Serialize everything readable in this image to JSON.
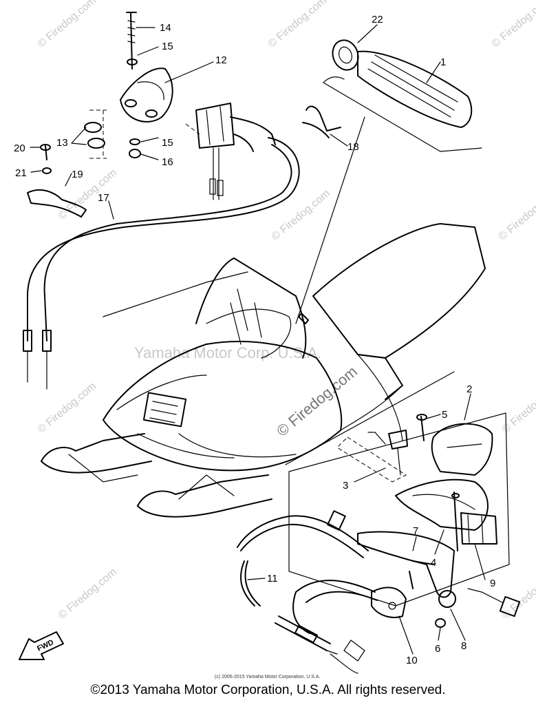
{
  "callouts": [
    {
      "num": "1"
    },
    {
      "num": "2"
    },
    {
      "num": "3"
    },
    {
      "num": "4"
    },
    {
      "num": "5"
    },
    {
      "num": "6"
    },
    {
      "num": "7"
    },
    {
      "num": "8"
    },
    {
      "num": "9"
    },
    {
      "num": "10"
    },
    {
      "num": "11"
    },
    {
      "num": "12"
    },
    {
      "num": "13"
    },
    {
      "num": "14"
    },
    {
      "num": "15"
    },
    {
      "num": "15"
    },
    {
      "num": "16"
    },
    {
      "num": "17"
    },
    {
      "num": "18"
    },
    {
      "num": "19"
    },
    {
      "num": "20"
    },
    {
      "num": "21"
    },
    {
      "num": "22"
    }
  ],
  "watermarks": {
    "firedog": "© Firedog.com",
    "center": "© Firedog.com",
    "yamaha": "Yamaha Motor Corp. U.S.A."
  },
  "footer": {
    "small_copyright": "(c) 2005-2015 Yamaha Motor Corporation, U.S.A.",
    "copyright": "©2013 Yamaha Motor Corporation, U.S.A. All rights reserved."
  },
  "fwd_label": "FWD"
}
